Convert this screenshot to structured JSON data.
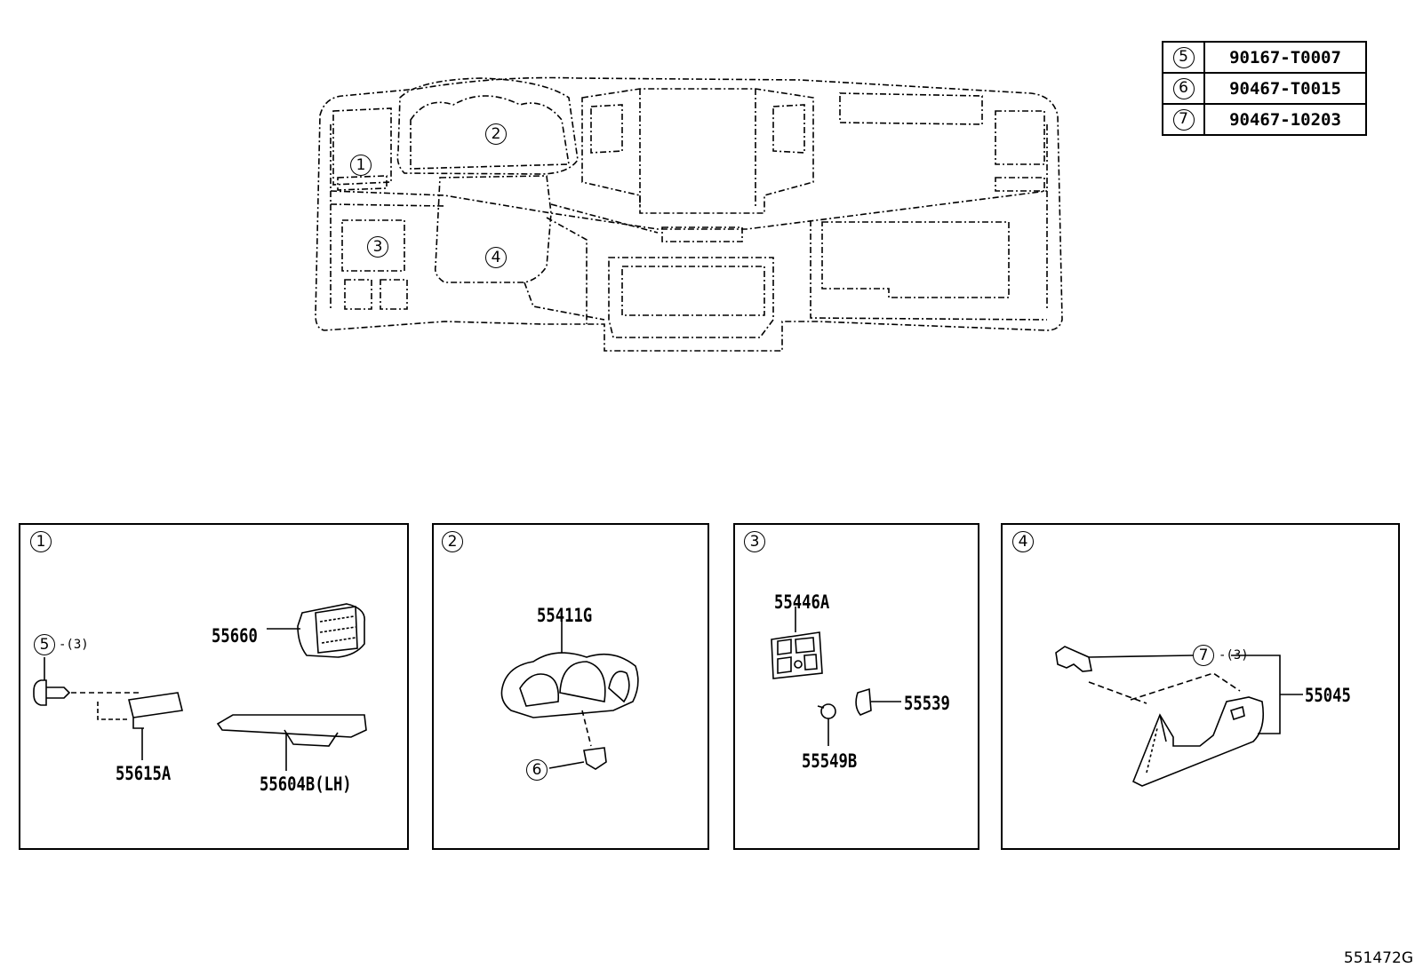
{
  "ref_table": [
    {
      "key": "5",
      "part": "90167-T0007"
    },
    {
      "key": "6",
      "part": "90467-T0015"
    },
    {
      "key": "7",
      "part": "90467-10203"
    }
  ],
  "overview_callouts": [
    "1",
    "2",
    "3",
    "4"
  ],
  "panels": [
    {
      "key": "1",
      "labels": {
        "screw_ref": "5",
        "screw_qty": "-(3)",
        "p1": "55660",
        "p2": "55615A",
        "p3": "55604B(LH)"
      }
    },
    {
      "key": "2",
      "labels": {
        "p1": "55411G",
        "clip_ref": "6"
      }
    },
    {
      "key": "3",
      "labels": {
        "p1": "55446A",
        "p2": "55539",
        "p3": "55549B"
      }
    },
    {
      "key": "4",
      "labels": {
        "clip_ref": "7",
        "clip_qty": "-(3)",
        "p1": "55045"
      }
    }
  ],
  "diagram_code": "551472G"
}
